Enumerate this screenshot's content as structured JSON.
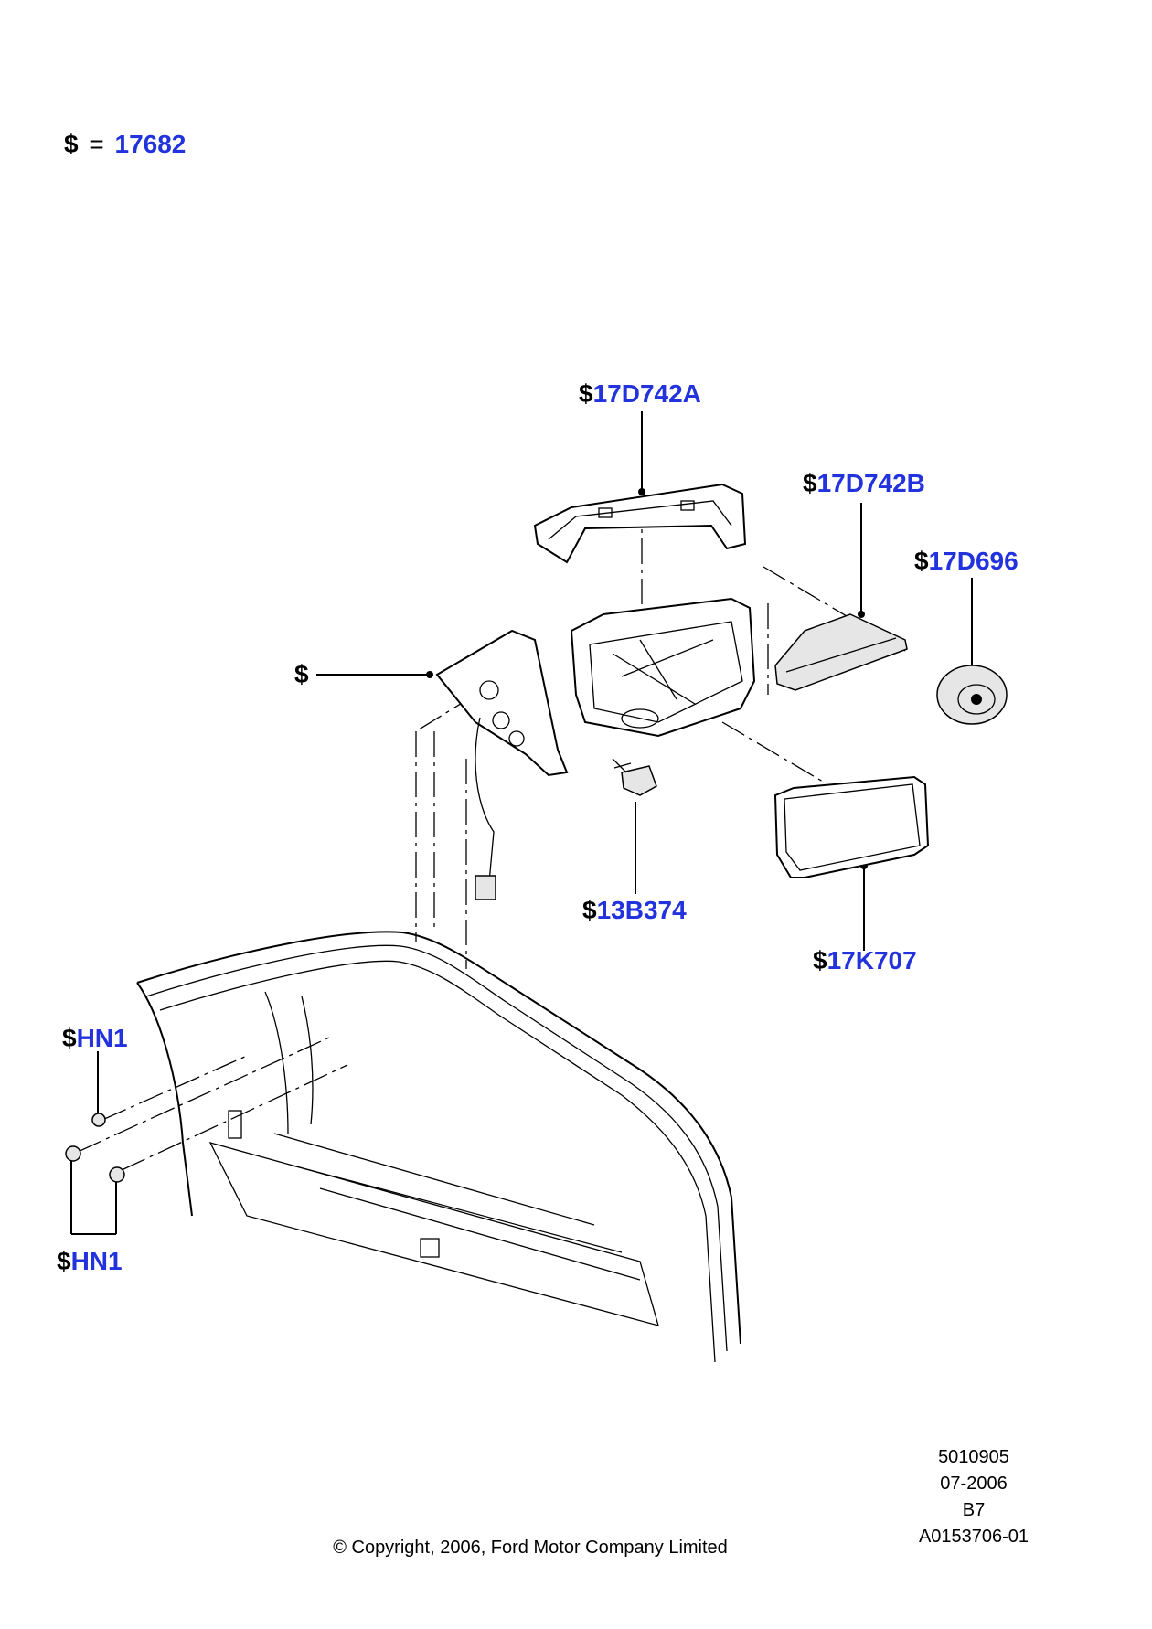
{
  "legend": {
    "symbol": "$",
    "equals": "=",
    "value": "17682"
  },
  "callouts": [
    {
      "id": "17D742A",
      "prefix": "$",
      "part": "17D742A"
    },
    {
      "id": "17D742B",
      "prefix": "$",
      "part": "17D742B"
    },
    {
      "id": "17D696",
      "prefix": "$",
      "part": "17D696"
    },
    {
      "id": "housing",
      "prefix": "$",
      "part": ""
    },
    {
      "id": "13B374",
      "prefix": "$",
      "part": "13B374"
    },
    {
      "id": "17K707",
      "prefix": "$",
      "part": "17K707"
    },
    {
      "id": "HN1a",
      "prefix": "$",
      "part": "HN1"
    },
    {
      "id": "HN1b",
      "prefix": "$",
      "part": "HN1"
    }
  ],
  "footer": {
    "ref": "5010905",
    "date": "07-2006",
    "code": "B7",
    "illustration": "A0153706-01",
    "copyright": "© Copyright, 2006, Ford Motor Company Limited"
  },
  "colors": {
    "part_number": "#2233dd",
    "symbol": "#000000"
  }
}
